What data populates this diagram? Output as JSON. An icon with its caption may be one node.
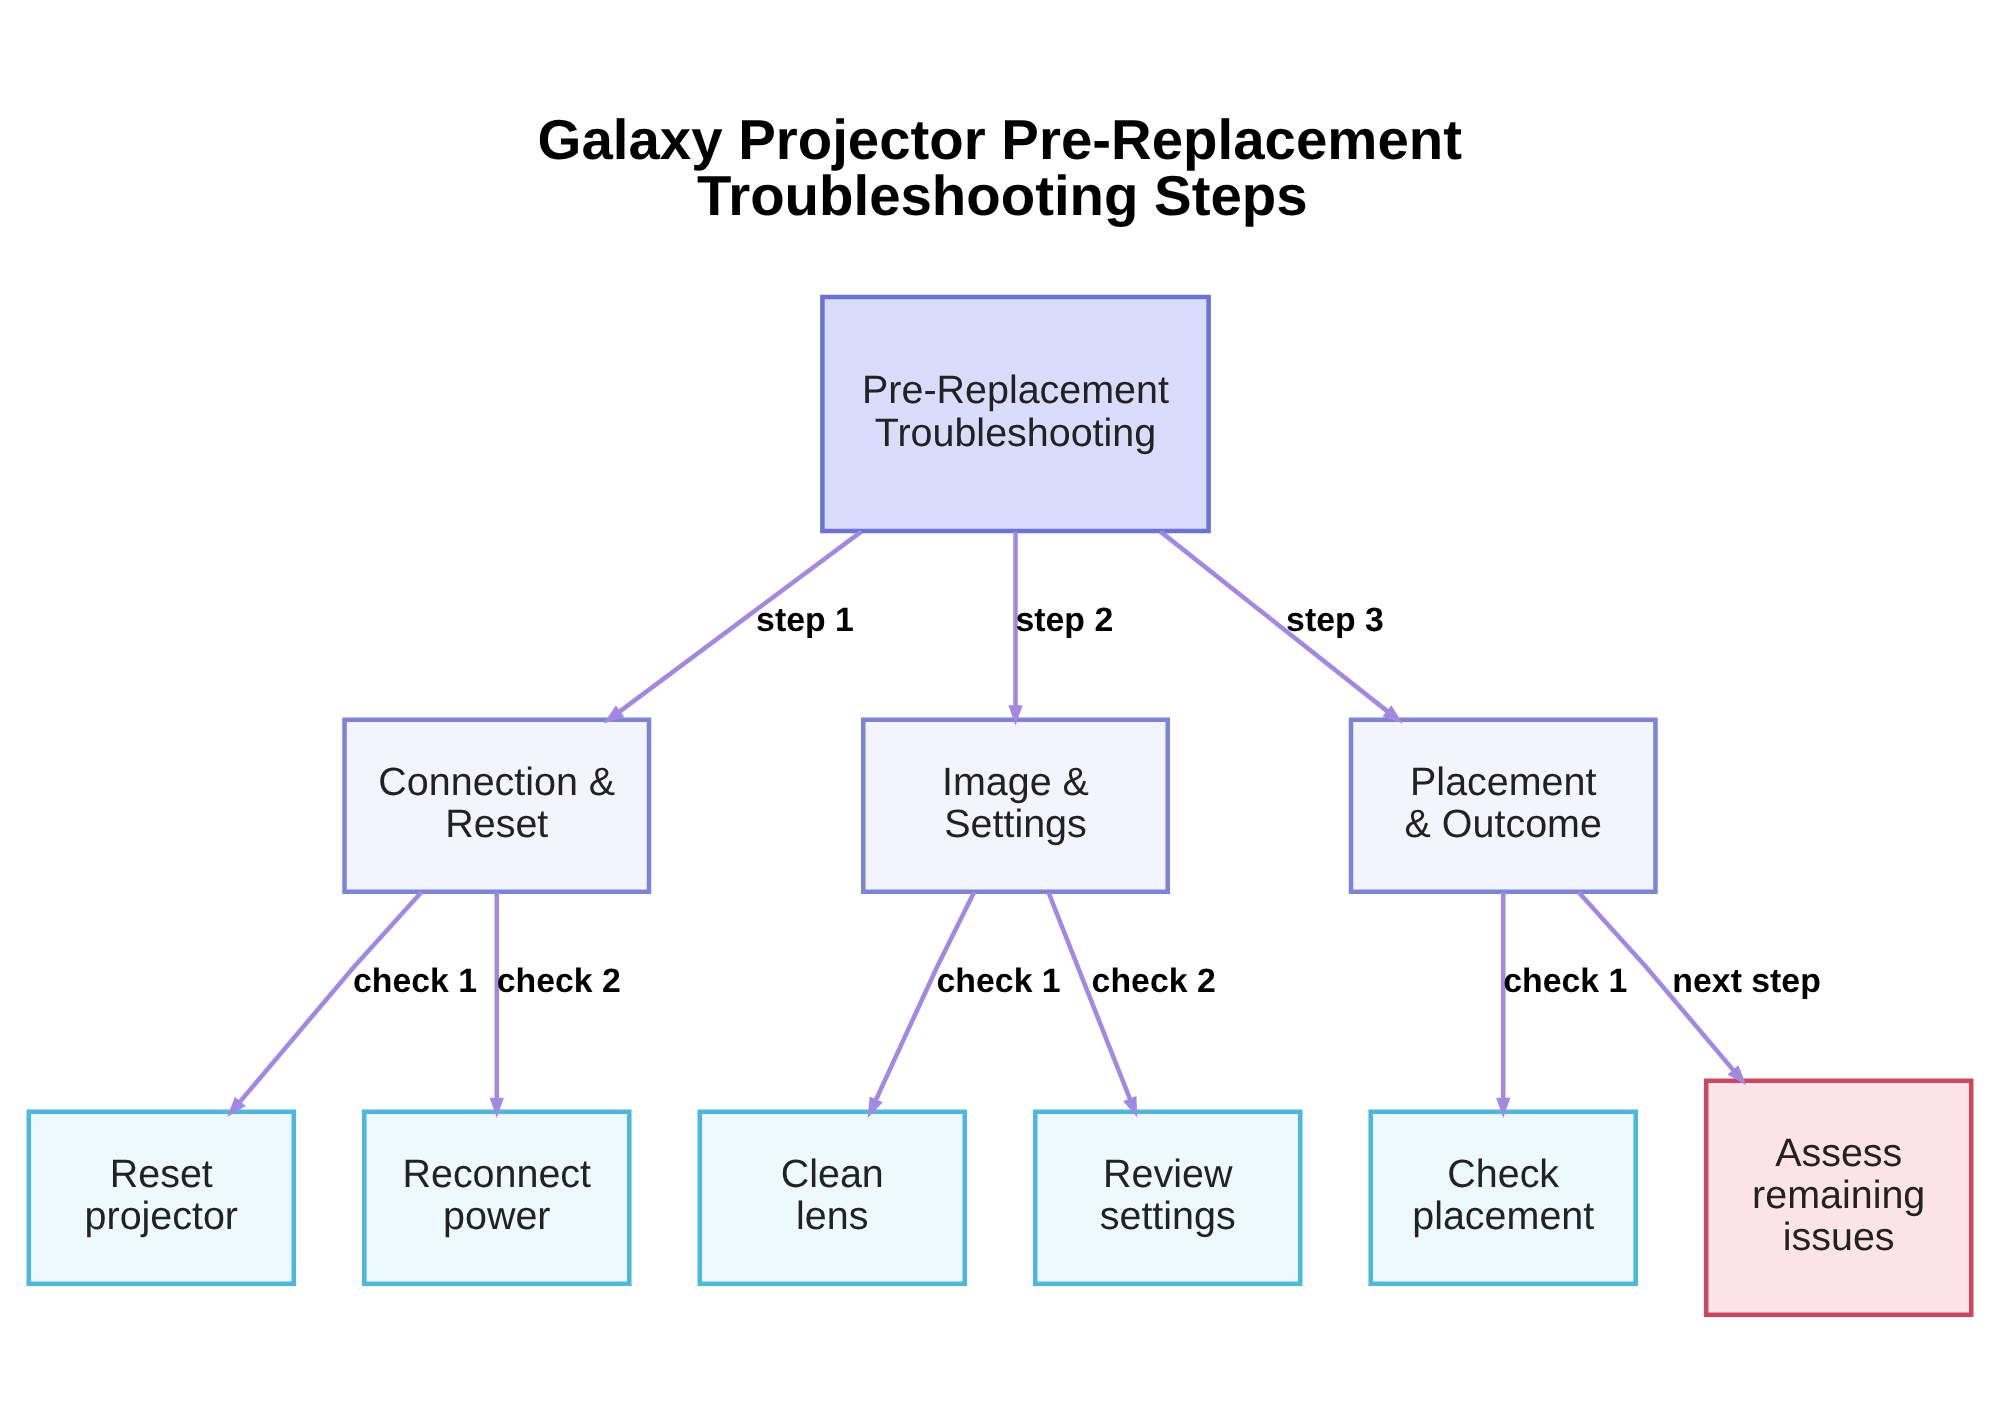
{
  "diagram": {
    "title": "Galaxy Projector Pre-Replacement Troubleshooting Steps",
    "nodes": [
      {
        "text": [
          "Pre-Replacement Troubleshooting"
        ]
      },
      {
        "text": [
          "Connection & Reset"
        ]
      },
      {
        "text": [
          "Image & Settings"
        ]
      },
      {
        "text": [
          "Placement & Outcome"
        ]
      },
      {
        "text": [
          "Reset projector"
        ]
      },
      {
        "text": [
          "Reconnect power"
        ]
      },
      {
        "text": [
          "Clean lens"
        ]
      },
      {
        "text": [
          "Review settings"
        ]
      },
      {
        "text": [
          "Check placement"
        ]
      },
      {
        "text": [
          "Assess remaining issues"
        ]
      }
    ],
    "edges": [
      {
        "from": 0,
        "to": 1,
        "arrow": "to",
        "label": "step 1"
      },
      {
        "from": 0,
        "to": 2,
        "arrow": "to",
        "label": "step 2"
      },
      {
        "from": 0,
        "to": 3,
        "arrow": "to",
        "label": "step 3"
      },
      {
        "from": 1,
        "to": 4,
        "arrow": "to",
        "label": "check 1"
      },
      {
        "from": 1,
        "to": 5,
        "arrow": "to",
        "label": "check 2"
      },
      {
        "from": 2,
        "to": 6,
        "arrow": "to",
        "label": "check 1"
      },
      {
        "from": 2,
        "to": 7,
        "arrow": "to",
        "label": "check 2"
      },
      {
        "from": 3,
        "to": 8,
        "arrow": "to",
        "label": "check 1"
      },
      {
        "from": 3,
        "to": 9,
        "arrow": "to",
        "label": "next step"
      }
    ]
  }
}
